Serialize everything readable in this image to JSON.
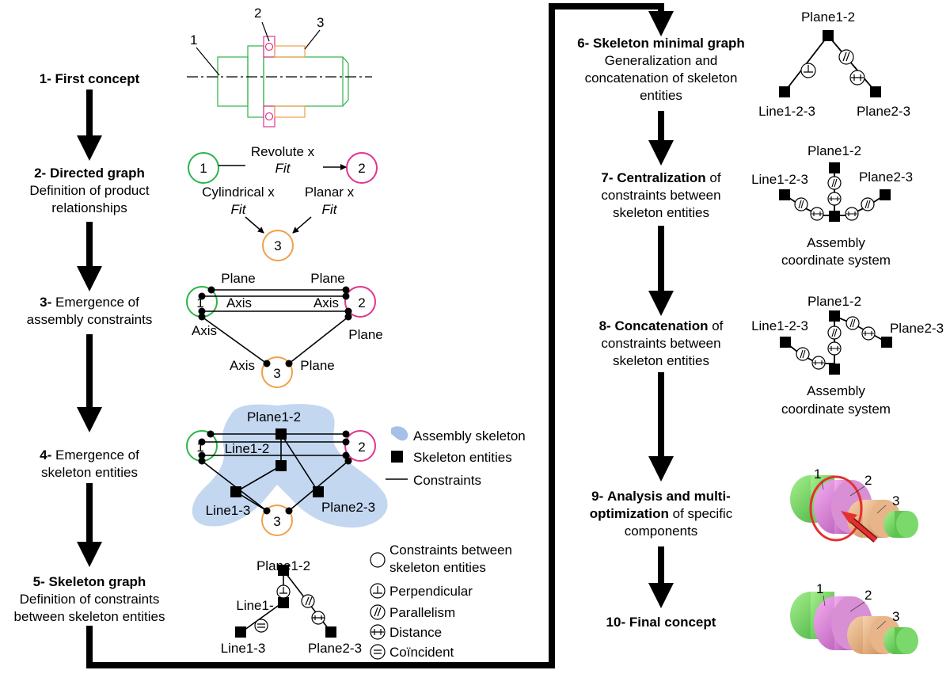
{
  "colors": {
    "part1": "#2db34a",
    "part2": "#e0358d",
    "part3": "#f0a04b",
    "skeleton_fill": "#aac6ea",
    "arrow": "#000000",
    "highlight_ring": "#e53030",
    "green_solid": "#66d45a",
    "pink_solid": "#e27ee0",
    "tan_solid": "#e8b489"
  },
  "steps": [
    {
      "number": "1-",
      "bold": "First concept",
      "rest": "",
      "lines": []
    },
    {
      "number": "2-",
      "bold": "Directed graph",
      "rest": "",
      "lines": [
        "Definition of product",
        "relationships"
      ]
    },
    {
      "number": "3-",
      "bold": "",
      "rest": "Emergence of",
      "lines": [
        "assembly constraints"
      ]
    },
    {
      "number": "4-",
      "bold": "",
      "rest": "Emergence of",
      "lines": [
        "skeleton entities"
      ]
    },
    {
      "number": "5-",
      "bold": "Skeleton graph",
      "rest": "",
      "lines": [
        "Definition of constraints",
        "between skeleton entities"
      ]
    },
    {
      "number": "6-",
      "bold": "Skeleton minimal graph",
      "rest": "",
      "lines": [
        "Generalization and",
        "concatenation of skeleton",
        "entities"
      ]
    },
    {
      "number": "7-",
      "bold": "Centralization",
      "rest": " of",
      "lines": [
        "constraints between",
        "skeleton entities"
      ]
    },
    {
      "number": "8-",
      "bold": "Concatenation",
      "rest": " of",
      "lines": [
        "constraints between",
        "skeleton entities"
      ]
    },
    {
      "number": "9-",
      "bold": "Analysis and multi-",
      "rest": "",
      "lines": []
    },
    {
      "number": "10-",
      "bold": "Final concept",
      "rest": "",
      "lines": []
    }
  ],
  "step9_line2_bold": "optimization",
  "step9_line2_rest": " of specific",
  "step9_line3": "components",
  "concept": {
    "callouts": [
      "1",
      "2",
      "3"
    ]
  },
  "directed_graph": {
    "nodes": [
      "1",
      "2",
      "3"
    ],
    "edges": [
      {
        "name": "Revolute x",
        "sub": "Fit"
      },
      {
        "name": "Cylindrical x",
        "sub": "Fit"
      },
      {
        "name": "Planar x",
        "sub": "Fit"
      }
    ]
  },
  "assembly": {
    "labels": {
      "plane": "Plane",
      "axis": "Axis"
    }
  },
  "skeleton_entities": {
    "plane12": "Plane1-2",
    "line12": "Line1-2",
    "line13": "Line1-3",
    "plane23": "Plane2-3",
    "legend": [
      "Assembly skeleton",
      "Skeleton entities",
      "Constraints"
    ]
  },
  "skeleton_graph": {
    "plane12": "Plane1-2",
    "line1": "Line1-",
    "line13": "Line1-3",
    "plane23": "Plane2-3",
    "legend": [
      "Constraints between",
      "skeleton entities",
      "Perpendicular",
      "Parallelism",
      "Distance",
      "Coïncident"
    ]
  },
  "minimal_graph": {
    "plane12": "Plane1-2",
    "line123": "Line1-2-3",
    "plane23": "Plane2-3"
  },
  "central_graph": {
    "plane12": "Plane1-2",
    "line123": "Line1-2-3",
    "plane23": "Plane2-3",
    "caption1": "Assembly",
    "caption2": "coordinate system"
  },
  "concat_graph": {
    "plane12": "Plane1-2",
    "line123": "Line1-2-3",
    "plane23": "Plane2-3",
    "caption1": "Assembly",
    "caption2": "coordinate system"
  },
  "render9": {
    "callouts": [
      "1",
      "2",
      "3"
    ]
  },
  "render10": {
    "callouts": [
      "1",
      "2",
      "3"
    ]
  }
}
